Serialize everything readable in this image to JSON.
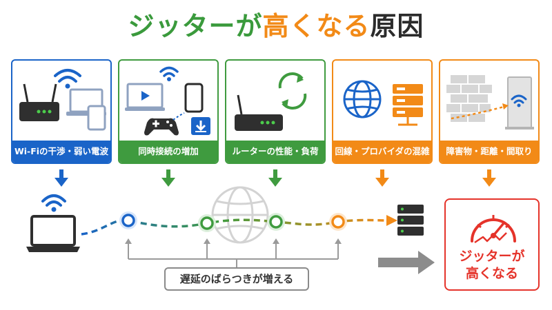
{
  "title": {
    "part1": "ジッターが",
    "part2": "高くなる",
    "part3": "原因",
    "colors": [
      "#3a9a3c",
      "#f28a17",
      "#2b2b2b"
    ]
  },
  "causes": [
    {
      "label": "Wi-Fiの干渉・弱い電波",
      "color": "#1a64c8",
      "icon": "router-and-devices"
    },
    {
      "label": "同時接続の増加",
      "color": "#3f9b3f",
      "icon": "multiple-devices"
    },
    {
      "label": "ルーターの性能・負荷",
      "color": "#3f9b3f",
      "icon": "router-cycle"
    },
    {
      "label": "回線・プロバイダの混雑",
      "color": "#f28a17",
      "icon": "globe-server"
    },
    {
      "label": "障害物・距離・間取り",
      "color": "#f28a17",
      "icon": "wall-signal"
    }
  ],
  "flow": {
    "bubble_label": "遅延のばらつきが増える"
  },
  "result": {
    "line1": "ジッターが",
    "line2": "高くなる",
    "color": "#e5332a",
    "icon": "gauge-icon"
  }
}
